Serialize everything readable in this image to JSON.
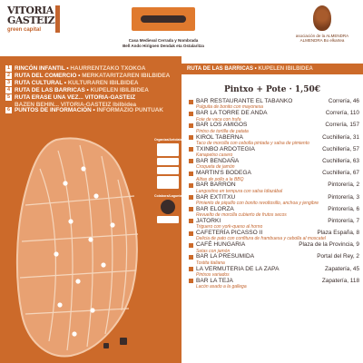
{
  "header": {
    "logo_word1": "VITORIA",
    "logo_word2": "GASTEIZ",
    "logo_sub": "green capital",
    "credit_line1": "Casa Medieval Cerrada y Nombrada",
    "credit_line2": "Bell Ando Hirigoen Dendak eta Ostalaritza",
    "almendra_line1": "asociación de la ALMENDRA",
    "almendra_line2": "ALMENDRA Bo elkartea"
  },
  "categories": [
    {
      "num": "1",
      "label": "RINCÓN INFANTIL",
      "alt": "HAURRENTZAKO TXOKOA"
    },
    {
      "num": "2",
      "label": "RUTA DEL COMERCIO",
      "alt": "MERKATARITZAREN IBILBIDEA"
    },
    {
      "num": "3",
      "label": "RUTA CULTURAL",
      "alt": "KULTURAREN IBILBIDEA"
    },
    {
      "num": "4",
      "label": "RUTA DE LAS BARRICAS",
      "alt": "KUPELEN IBILBIDEA"
    },
    {
      "num": "5",
      "label": "RUTA ERASE UNA VEZ... VITORIA-GASTEIZ",
      "alt": "BAZEN BEHIN... VITORIA-GASTEIZ Ibilbidea"
    },
    {
      "num": "6",
      "label": "PUNTOS DE INFORMACIÓN",
      "alt": "INFORMAZIO PUNTUAK"
    }
  ],
  "sponsors_title_1": "Organiza/Antolatzailea",
  "sponsors_title_2": "Colabora/Laguntzailea",
  "route": {
    "title": "RUTA DE LAS BARRICAS",
    "alt": "KUPELEN IBILBIDEA"
  },
  "price": "Pintxo + Pote · 1,50€",
  "bars": [
    {
      "name": "BAR RESTAURANTE EL TABANKO",
      "addr": "Correría, 46",
      "tapa": "Pulguita de bonito con mayonesa"
    },
    {
      "name": "BAR LA TORRE DE ANDA",
      "addr": "Correría, 110",
      "tapa": "Foie de vaca con trufa"
    },
    {
      "name": "BAR LOS AMIGOS",
      "addr": "Correría, 157",
      "tapa": "Pintxo de tortilla de patata"
    },
    {
      "name": "KIROL TABERNA",
      "addr": "Cuchillería, 31",
      "tapa": "Taco de morcilla con cebolla pintada y salsa de pimiento"
    },
    {
      "name": "TXINBO ARDOTEGIA",
      "addr": "Cuchillería, 57",
      "tapa": "Kanapetxo casero"
    },
    {
      "name": "BAR BENDAÑA",
      "addr": "Cuchillería, 63",
      "tapa": "Croqueta de jamón"
    },
    {
      "name": "MARTIN'S BODEGA",
      "addr": "Cuchillería, 67",
      "tapa": "Alitas de pollo a la BBQ"
    },
    {
      "name": "BAR BARRON",
      "addr": "Pintorería, 2",
      "tapa": "Langostino en tempura con salsa Idiazábal"
    },
    {
      "name": "BAR EXTITXU",
      "addr": "Pintorería, 3",
      "tapa": "Pimiento de piquillo con bonito revoltosillo, anchoa y jengibre"
    },
    {
      "name": "BAR ELORZA",
      "addr": "Pintorería, 6",
      "tapa": "Revuelto de morcilla cubierto de frutos secos"
    },
    {
      "name": "JATORKI",
      "addr": "Pintorería, 7",
      "tapa": "Triguero con york-queso al horno"
    },
    {
      "name": "CAFETERÍA PICASSO II",
      "addr": "Plaza España, 8",
      "tapa": "Delicia de pato con confitura de frambuesa y cebolla al moscatel"
    },
    {
      "name": "CAFÉ HUNGARIA",
      "addr": "Plaza de la Provincia, 9",
      "tapa": "Setas con jamón"
    },
    {
      "name": "BAR LA PRESUMIDA",
      "addr": "Portal del Rey, 2",
      "tapa": "Tostita italiana"
    },
    {
      "name": "LA VERMUTERIA DE LA ZAPA",
      "addr": "Zapatería, 45",
      "tapa": "Pintxos variados"
    },
    {
      "name": "BAR LA TEJA",
      "addr": "Zapatería, 118",
      "tapa": "Lacón asado a la gallega"
    }
  ],
  "colors": {
    "primary": "#cc6a2a",
    "dark": "#3a2c2a",
    "light": "#f8dcc4"
  }
}
